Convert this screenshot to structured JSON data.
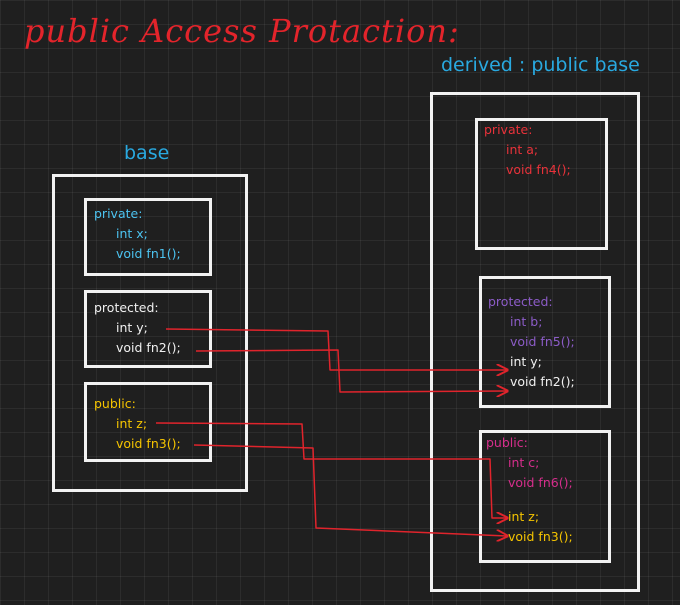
{
  "title": "public Access Protaction:",
  "derived_label": "derived : public base",
  "base_label": "base",
  "base": {
    "private": {
      "head": "private:",
      "lines": [
        "int x;",
        "void fn1();"
      ]
    },
    "protected": {
      "head": "protected:",
      "lines": [
        "int y;",
        "void fn2();"
      ]
    },
    "public": {
      "head": "public:",
      "lines": [
        "int z;",
        "void fn3();"
      ]
    }
  },
  "derived": {
    "private": {
      "head": "private:",
      "lines": [
        "int a;",
        "void fn4();"
      ]
    },
    "protected": {
      "head": "protected:",
      "lines": [
        "int b;",
        "void fn5();"
      ],
      "inherited": [
        "int y;",
        "void fn2();"
      ]
    },
    "public": {
      "head": "public:",
      "lines": [
        "int c;",
        "void fn6();"
      ],
      "inherited": [
        "int z;",
        "void fn3();"
      ]
    }
  },
  "colors": {
    "title": "#e3242b",
    "label": "#29a9e0",
    "arrow": "#e0242c",
    "box": "#f2f2f2"
  }
}
